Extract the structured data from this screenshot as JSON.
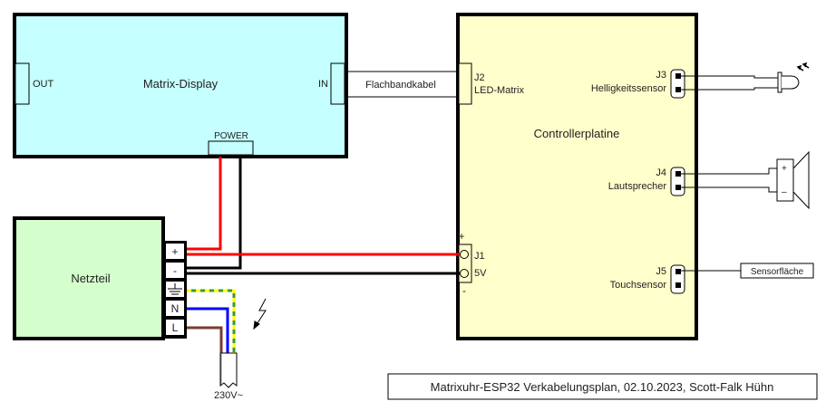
{
  "title": "Matrixuhr-ESP32 Verkabelungsplan, 02.10.2023, Scott-Falk Hühn",
  "colors": {
    "display_fill": "#c6ffff",
    "controller_fill": "#ffffcc",
    "psu_fill": "#d4ffcc",
    "wire_red": "#ff0000",
    "wire_black": "#000000",
    "wire_blue": "#0000ff",
    "wire_brown": "#7a3b30",
    "wire_ground_green": "#3a9a2a",
    "wire_ground_yellow": "#ffff00"
  },
  "display": {
    "label": "Matrix-Display",
    "out_label": "OUT",
    "in_label": "IN",
    "power_label": "POWER"
  },
  "cable": {
    "label": "Flachbandkabel"
  },
  "controller": {
    "label": "Controllerplatine",
    "j2": {
      "id": "J2",
      "name": "LED-Matrix"
    },
    "j3": {
      "id": "J3",
      "name": "Helligkeitssensor"
    },
    "j4": {
      "id": "J4",
      "name": "Lautsprecher"
    },
    "j5": {
      "id": "J5",
      "name": "Touchsensor"
    },
    "j1": {
      "id": "J1",
      "name": "5V",
      "plus": "+",
      "minus": "-"
    }
  },
  "psu": {
    "label": "Netzteil",
    "terminals": [
      "+",
      "-",
      "⏚",
      "N",
      "L"
    ]
  },
  "speaker": {
    "plus": "+",
    "minus": "–"
  },
  "sensor_pad": {
    "label": "Sensorfläche"
  },
  "mains": {
    "label": "230V~"
  }
}
